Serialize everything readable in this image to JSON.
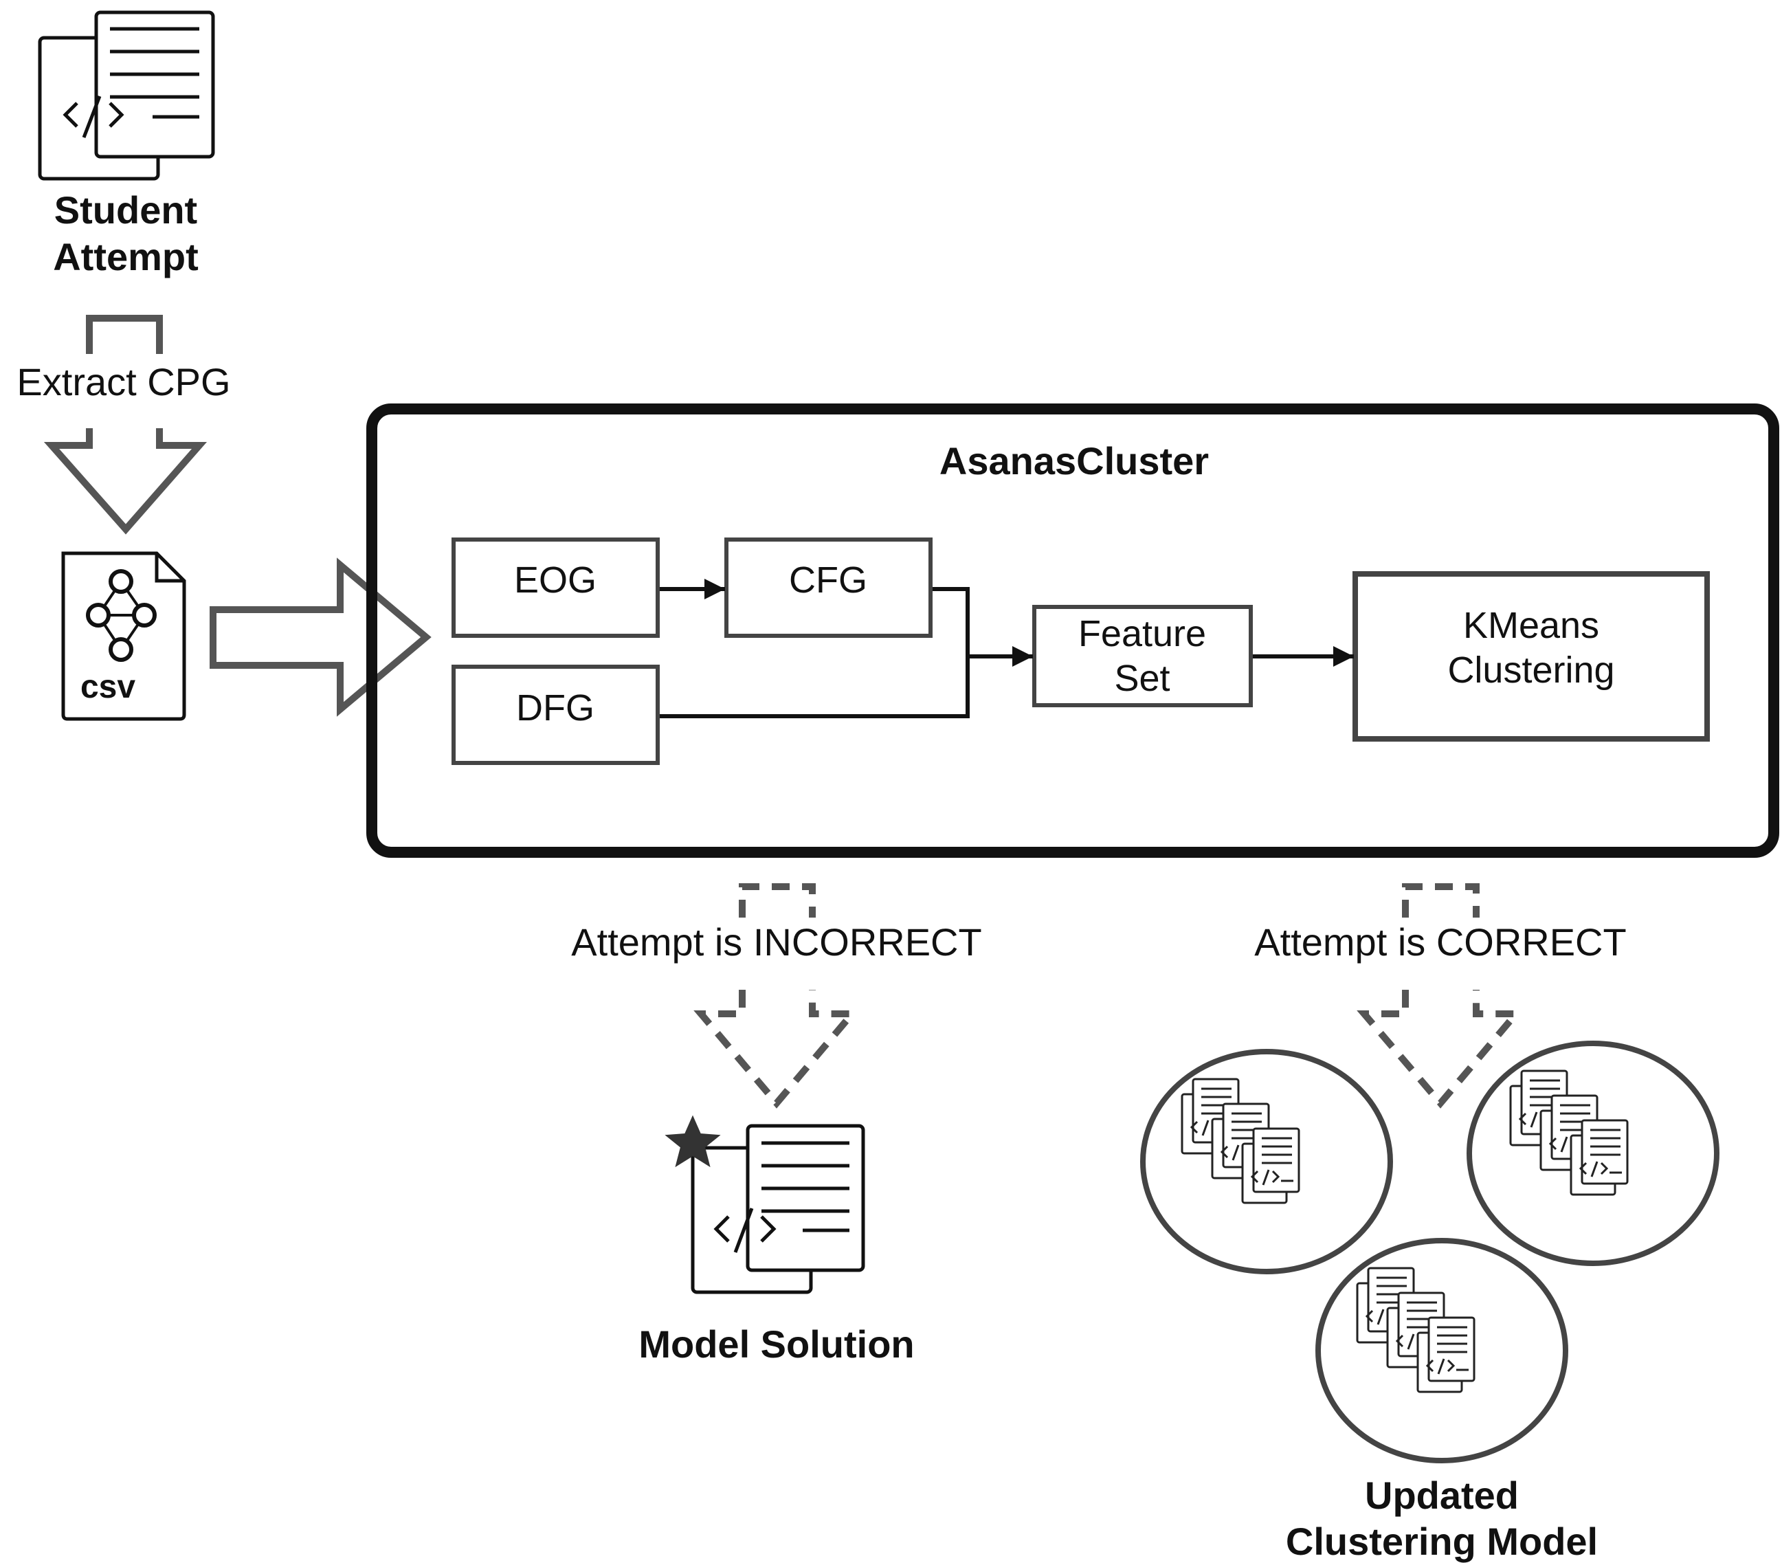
{
  "labels": {
    "student_attempt_line1": "Student",
    "student_attempt_line2": "Attempt",
    "extract_cpg": "Extract CPG",
    "csv": "csv",
    "cluster_title": "AsanasCluster",
    "eog": "EOG",
    "cfg": "CFG",
    "dfg": "DFG",
    "feature_set_line1": "Feature",
    "feature_set_line2": "Set",
    "kmeans_line1": "KMeans",
    "kmeans_line2": "Clustering",
    "attempt_incorrect": "Attempt is INCORRECT",
    "attempt_correct": "Attempt is CORRECT",
    "model_solution": "Model Solution",
    "updated_model_line1": "Updated",
    "updated_model_line2": "Clustering Model"
  },
  "icons": {
    "student_attempt": "code-document-icon",
    "csv_file": "csv-graph-file-icon",
    "model_solution": "starred-code-document-icon",
    "clusters": "document-cluster-icon"
  },
  "colors": {
    "stroke": "#222222",
    "box_stroke": "#444444",
    "arrow_gray": "#555555"
  }
}
